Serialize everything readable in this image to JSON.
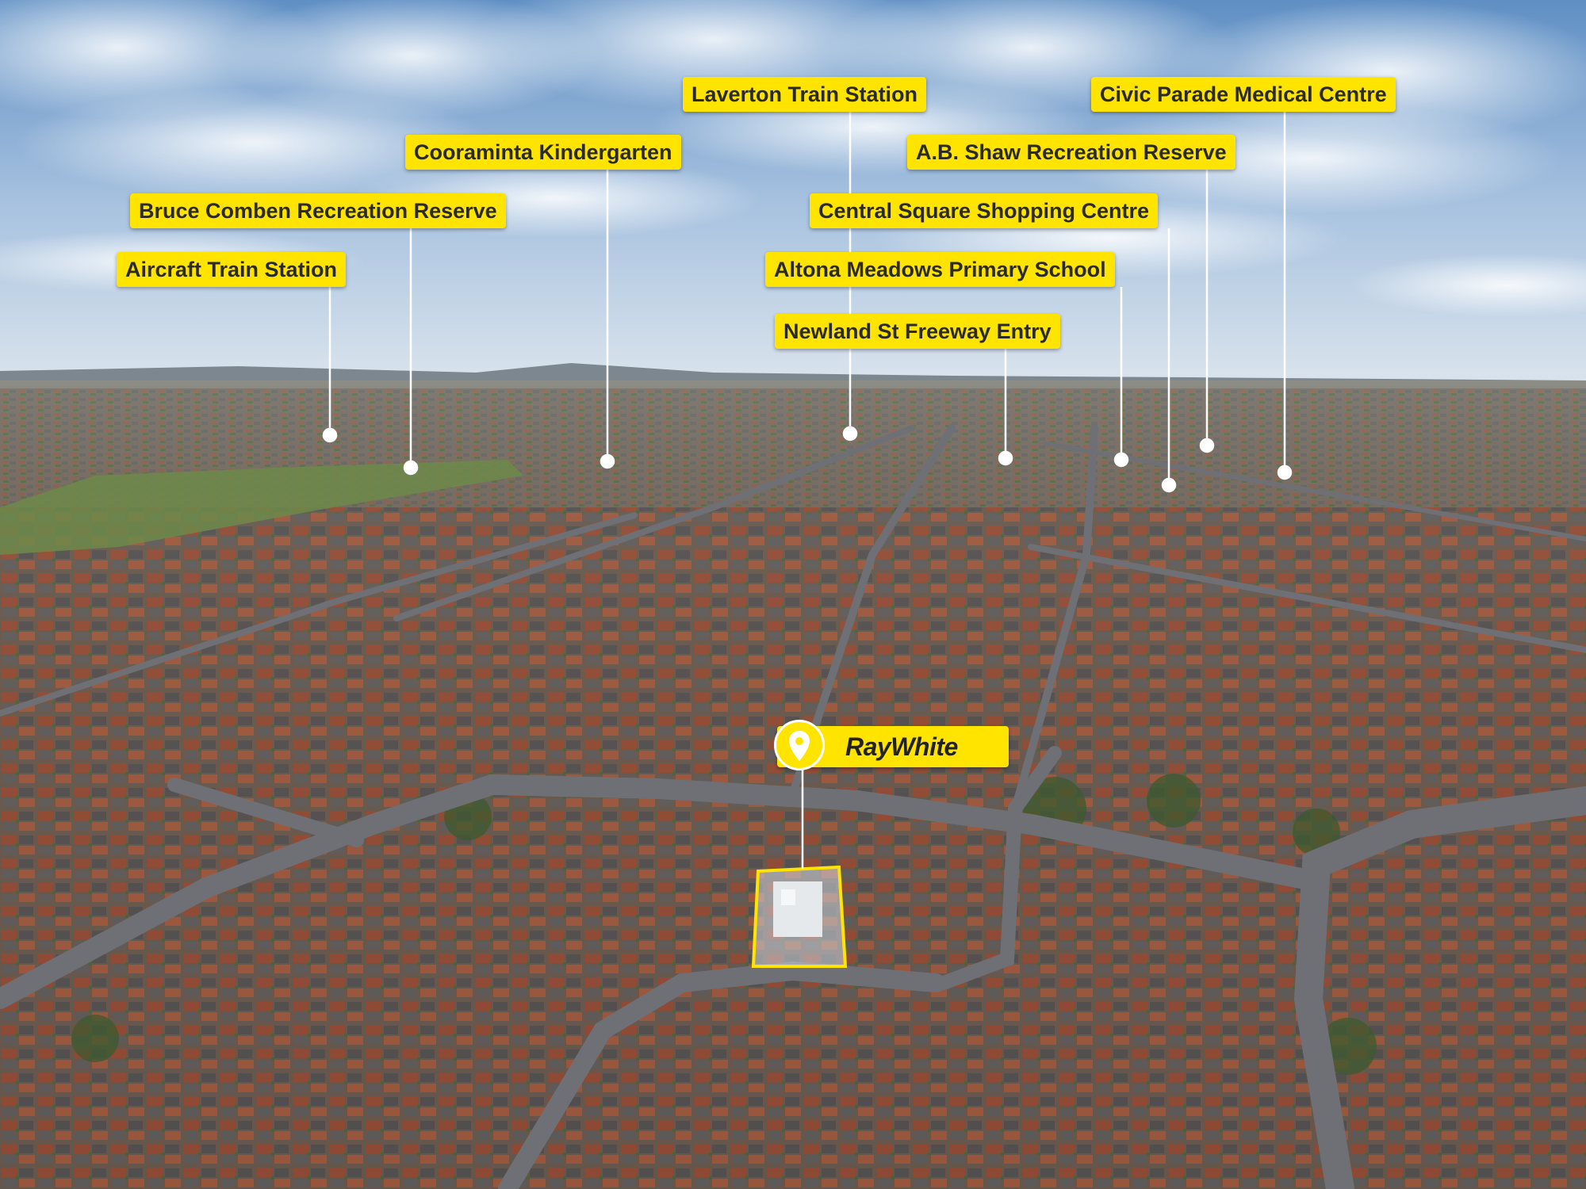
{
  "brand": {
    "name": "RayWhite",
    "icon": "location-pin-icon"
  },
  "colors": {
    "label_bg": "#ffe400",
    "label_text": "#2a2a2a",
    "leader_line": "#ffffff",
    "boundary": "#ffe400"
  },
  "points_of_interest": [
    {
      "label": "Laverton Train Station"
    },
    {
      "label": "Civic Parade Medical Centre"
    },
    {
      "label": "Cooraminta Kindergarten"
    },
    {
      "label": "A.B. Shaw Recreation Reserve"
    },
    {
      "label": "Bruce Comben Recreation Reserve"
    },
    {
      "label": "Central Square Shopping Centre"
    },
    {
      "label": "Aircraft Train Station"
    },
    {
      "label": "Altona Meadows Primary School"
    },
    {
      "label": "Newland St Freeway Entry"
    }
  ]
}
